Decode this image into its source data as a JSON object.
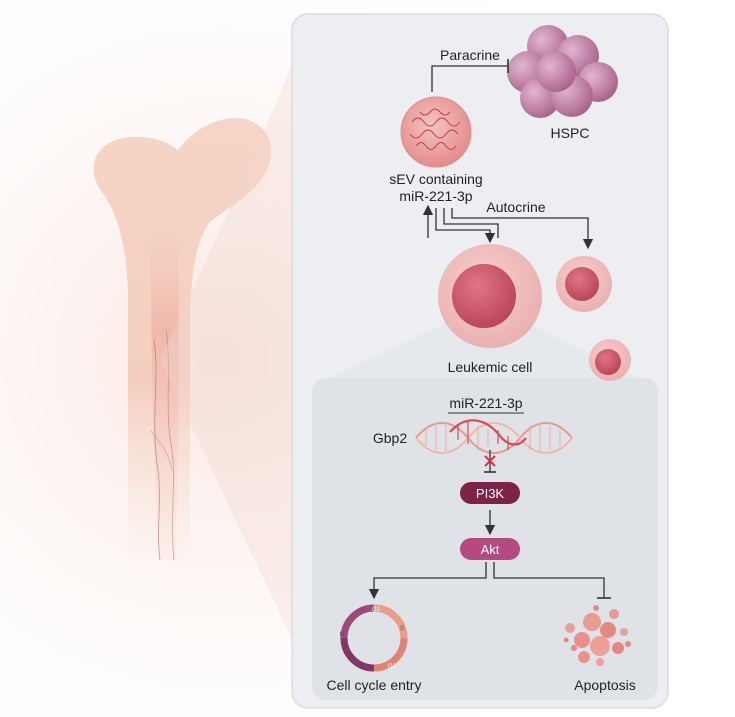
{
  "labels": {
    "paracrine": "Paracrine",
    "hspc": "HSPC",
    "sev_line1": "sEV containing",
    "sev_line2": "miR-221-3p",
    "autocrine": "Autocrine",
    "leukemic_cell": "Leukemic cell",
    "mirna": "miR-221-3p",
    "gbp2": "Gbp2",
    "pi3k": "PI3K",
    "akt": "Akt",
    "cell_cycle_entry": "Cell cycle entry",
    "apoptosis": "Apoptosis"
  },
  "cell_cycle_phases": [
    "G1",
    "S",
    "G2",
    "M"
  ],
  "colors": {
    "panel_bg": "#eceef1",
    "inner_panel_bg": "#dfe3e8",
    "cell_pink": "#e8a0a6",
    "cell_core": "#c85468",
    "hspc_purple": "#b9789f",
    "pi3k_fill": "#7d2347",
    "akt_fill": "#b54a83",
    "arrow": "#333333",
    "dna_red": "#d94b55",
    "inhibit_x": "#d9334a"
  },
  "icons": [
    "bone-icon",
    "sev-vesicle-icon",
    "hspc-cluster-icon",
    "dna-helix-icon",
    "cell-cycle-icon",
    "apoptosis-icon"
  ]
}
